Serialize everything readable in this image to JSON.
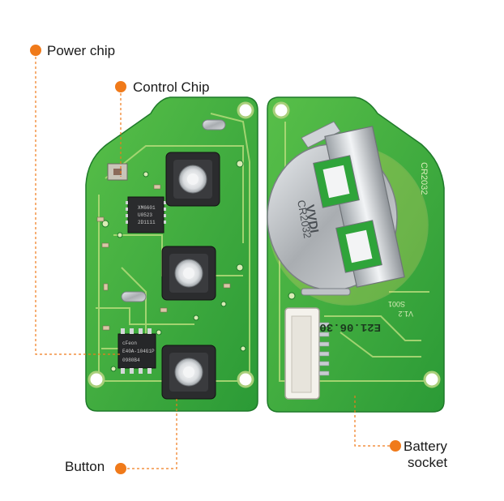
{
  "colors": {
    "accent": "#f07a1a",
    "pcb": "#2fa43a",
    "pcb_light": "#7ccf5a",
    "trace": "#b7d97a",
    "silver": "#c9cccf",
    "text": "#1a1a1a"
  },
  "callouts": {
    "power_chip": "Power chip",
    "control_chip": "Control Chip",
    "button": "Button",
    "battery_socket_line1": "Battery",
    "battery_socket_line2": "socket"
  },
  "board_markings": {
    "chip_main_1": "XM6601",
    "chip_main_2": "U0523",
    "chip_main_3": "2D1111",
    "chip_power_1": "cFeon",
    "chip_power_2": "E40A-104G1P",
    "chip_power_3": "0980B4",
    "battery_type": "CR2032",
    "battery_text_1": "VVDI",
    "battery_text_2": "CR2032",
    "date_code": "E21.06.30",
    "board_id": "S001",
    "board_ver": "V1.2"
  },
  "icons": [
    "button-switch-icon",
    "battery-clip-icon",
    "connector-icon"
  ]
}
